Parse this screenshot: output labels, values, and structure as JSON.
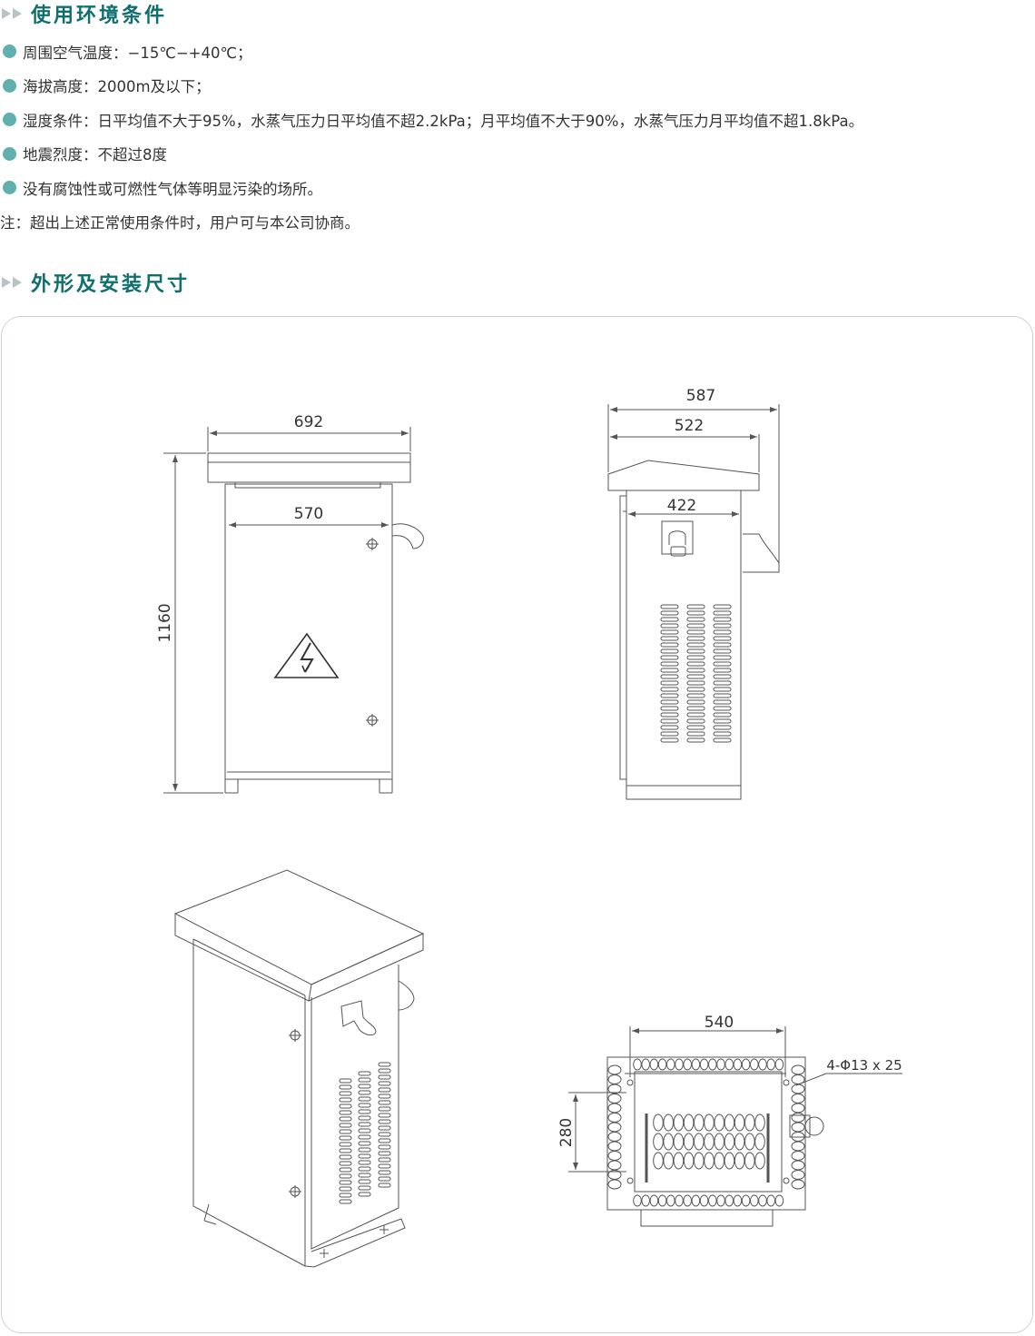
{
  "section1": {
    "title": "使用环境条件",
    "items": [
      "周围空气温度：−15℃−+40℃；",
      "海拔高度：2000m及以下；",
      "湿度条件：日平均值不大于95%，水蒸气压力日平均值不超2.2kPa；月平均值不大于90%，水蒸气压力月平均值不超1.8kPa。",
      "地震烈度：不超过8度",
      "没有腐蚀性或可燃性气体等明显污染的场所。"
    ],
    "note": "注：超出上述正常使用条件时，用户可与本公司协商。"
  },
  "section2": {
    "title": "外形及安装尺寸"
  },
  "dimensions": {
    "front_width_total": "692",
    "front_width_inner": "570",
    "height": "1160",
    "side_depth_total": "587",
    "side_depth_roof": "522",
    "side_depth_body": "422",
    "base_width": "540",
    "base_depth": "280",
    "hole_spec": "4-Φ13 x 25"
  },
  "colors": {
    "title": "#0f6f6f",
    "bullet": "#5fb0ae",
    "line": "#555555"
  }
}
